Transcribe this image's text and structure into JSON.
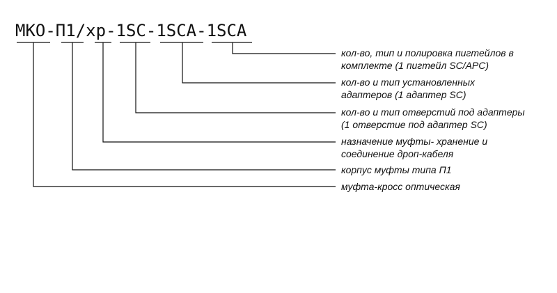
{
  "code": {
    "segments": [
      "МКО",
      "-П1",
      "/хр",
      "-1SC",
      "-1SCA",
      "-1SCA"
    ]
  },
  "descriptions": [
    {
      "id": "pigtails",
      "lines": [
        "кол-во, тип и полировка пигтейлов в",
        "комплекте (1 пигтейл SC/APC)"
      ]
    },
    {
      "id": "adapters",
      "lines": [
        "кол-во и тип установленных",
        "адаптеров (1 адаптер SC)"
      ]
    },
    {
      "id": "holes",
      "lines": [
        "кол-во и тип отверстий под адаптеры",
        "(1 отверстие под адаптер SC)"
      ]
    },
    {
      "id": "purpose",
      "lines": [
        "назначение муфты- хранение и",
        "соединение дроп-кабеля"
      ]
    },
    {
      "id": "housing",
      "lines": [
        "корпус муфты типа П1"
      ]
    },
    {
      "id": "type",
      "lines": [
        "муфта-кросс оптическая"
      ]
    }
  ]
}
